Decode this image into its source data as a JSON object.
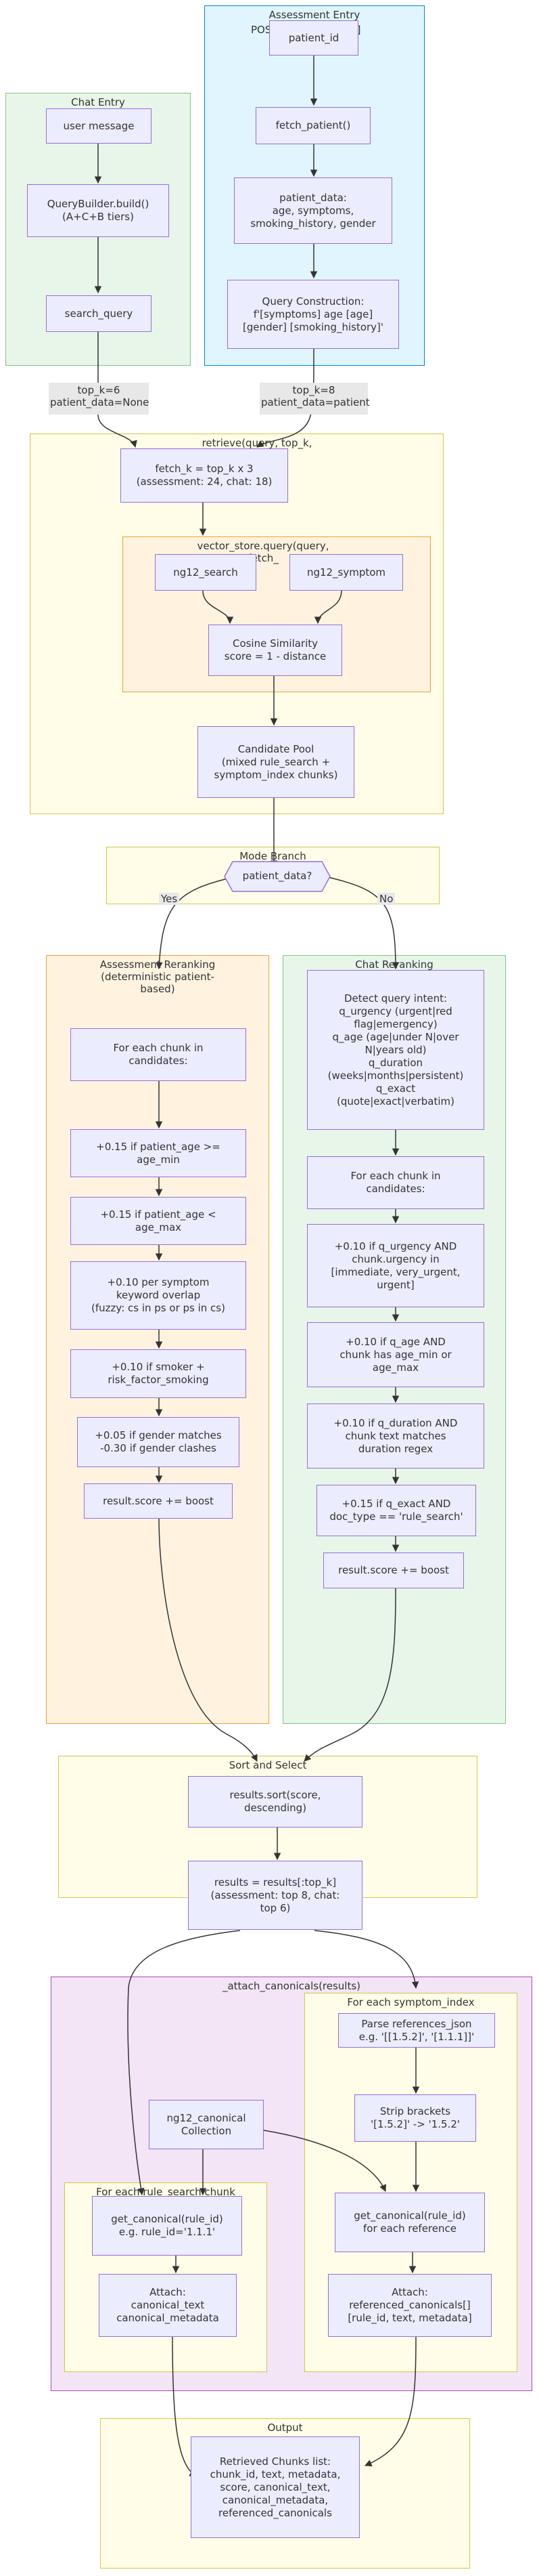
{
  "colors": {
    "node_fill": "#ECECFF",
    "node_stroke": "#9370DB",
    "edge": "#333333",
    "chat_entry_fill": "#E8F5E9",
    "chat_entry_stroke": "#81C784",
    "assessment_entry_fill": "#E1F5FE",
    "assessment_entry_stroke": "#0288D1",
    "retrieve_fill": "#FFFDE7",
    "retrieve_stroke": "#D4C74A",
    "orange_fill": "#FFF3E0",
    "orange_stroke": "#F0A030",
    "purple_fill": "#F3E5F5",
    "purple_stroke": "#AB47BC",
    "label_bg": "#E8E8E8"
  },
  "subgraphs": {
    "chat_entry": "Chat Entry",
    "assessment_entry": "Assessment Entry",
    "assessment_entry_overlap": "POS_______________id]",
    "retrieve": "retrieve(query, top_k,",
    "vector_store": "vector_store.query(query,\n         fetch_",
    "mode_branch": "Mode Branch",
    "assessment_reranking": "Assessment Reranking\n(deterministic patient-\nbased)",
    "chat_reranking": "Chat Reranking",
    "sort_select": "Sort and Select",
    "attach": "_attach_canonicals(results)",
    "symptom_index": "For each symptom_index",
    "rule_search": "For each rule_search chunk",
    "output": "Output"
  },
  "nodes": {
    "user_message": "user message",
    "query_builder": "QueryBuilder.build()\n(A+C+B tiers)",
    "search_query": "search_query",
    "patient_id": "patient_id",
    "fetch_patient": "fetch_patient()",
    "patient_data": "patient_data:\nage, symptoms,\nsmoking_history, gender",
    "query_construction": "Query Construction:\nf'[symptoms] age [age]\n[gender] [smoking_history]'",
    "fetch_k": "fetch_k = top_k x 3\n(assessment: 24, chat: 18)",
    "ng12_search": "ng12_search",
    "ng12_symptom": "ng12_symptom",
    "cosine": "Cosine Similarity\nscore = 1 - distance",
    "candidate_pool": "Candidate Pool\n(mixed rule_search +\nsymptom_index chunks)",
    "patient_data_q": "patient_data?",
    "a_each": "For each chunk in\ncandidates:",
    "a_min": "+0.15 if patient_age >=\nage_min",
    "a_max": "+0.15 if patient_age <\nage_max",
    "a_kw": "+0.10 per symptom\nkeyword overlap\n(fuzzy: cs in ps or ps in cs)",
    "a_smoke": "+0.10 if smoker +\nrisk_factor_smoking",
    "a_gender": "+0.05 if gender matches\n-0.30 if gender clashes",
    "a_result": "result.score += boost",
    "c_intent": "Detect query intent:\nq_urgency (urgent|red\nflag|emergency)\nq_age (age|under N|over\nN|years old)\nq_duration\n(weeks|months|persistent)\nq_exact\n(quote|exact|verbatim)",
    "c_each": "For each chunk in\ncandidates:",
    "c_urg": "+0.10 if q_urgency AND\nchunk.urgency in\n[immediate, very_urgent,\nurgent]",
    "c_age": "+0.10 if q_age AND\nchunk has age_min or\nage_max",
    "c_dur": "+0.10 if q_duration AND\nchunk text matches\nduration regex",
    "c_exact": "+0.15 if q_exact AND\ndoc_type == 'rule_search'",
    "c_result": "result.score += boost",
    "sort": "results.sort(score,\ndescending)",
    "slice": "results = results[:top_k]\n(assessment: top 8, chat:\ntop 6)",
    "parse_refs": "Parse references_json\ne.g. '[[1.5.2]', '[1.1.1]]'",
    "strip": "Strip brackets\n'[1.5.2]' -> '1.5.2'",
    "ng12_canonical": "ng12_canonical\nCollection",
    "get_canonical_rule": "get_canonical(rule_id)\ne.g. rule_id='1.1.1'",
    "get_canonical_ref": "get_canonical(rule_id)\nfor each reference",
    "attach_single": "Attach:\ncanonical_text\ncanonical_metadata",
    "attach_multi": "Attach:\nreferenced_canonicals[]\n[rule_id, text, metadata]",
    "output_list": "Retrieved Chunks list:\nchunk_id, text, metadata,\nscore, canonical_text,\ncanonical_metadata,\nreferenced_canonicals"
  },
  "edge_labels": {
    "chat_topk": "top_k=6\npatient_data=None",
    "assess_topk": "top_k=8\npatient_data=patient",
    "yes": "Yes",
    "no": "No"
  }
}
